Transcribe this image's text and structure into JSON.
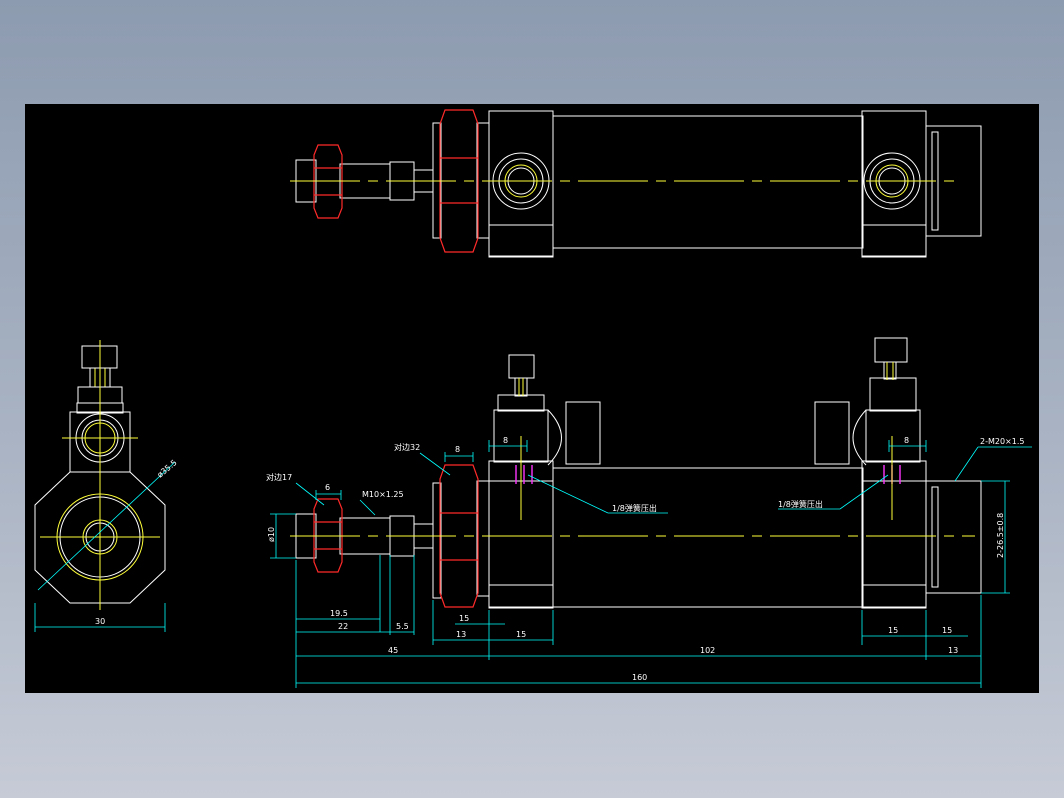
{
  "drawing": {
    "background_color": "#000000",
    "line_colors": {
      "outline": "#ffffff",
      "hex_nut": "#ff2a2a",
      "centerline": "#ffff3a",
      "dimension": "#00ffff",
      "spring_pin": "#ff33ff"
    }
  },
  "labels": {
    "nut_17": "对边17",
    "nut_32": "对边32",
    "thread_m10": "M10×1.25",
    "port_left": "1/8弹簧压出",
    "port_right": "1/8弹簧压出",
    "end_thread": "2-M20×1.5",
    "bore": "ø35.5"
  },
  "dimensions": {
    "nut17_width": "6",
    "nut32_width": "8",
    "rod_dia": "ø10",
    "rod_19_5": "19.5",
    "rod_22": "22",
    "gap_5_5": "5.5",
    "nut_13": "13",
    "nut_top_15": "15",
    "cap_left_15": "15",
    "port_left_8": "8",
    "port_right_8": "8",
    "cap_right_15": "15",
    "end_15": "15",
    "head_45": "45",
    "barrel_102": "102",
    "end_13": "13",
    "total_160": "160",
    "end_dia": "2-26.5±0.8",
    "side_width_30": "30"
  }
}
